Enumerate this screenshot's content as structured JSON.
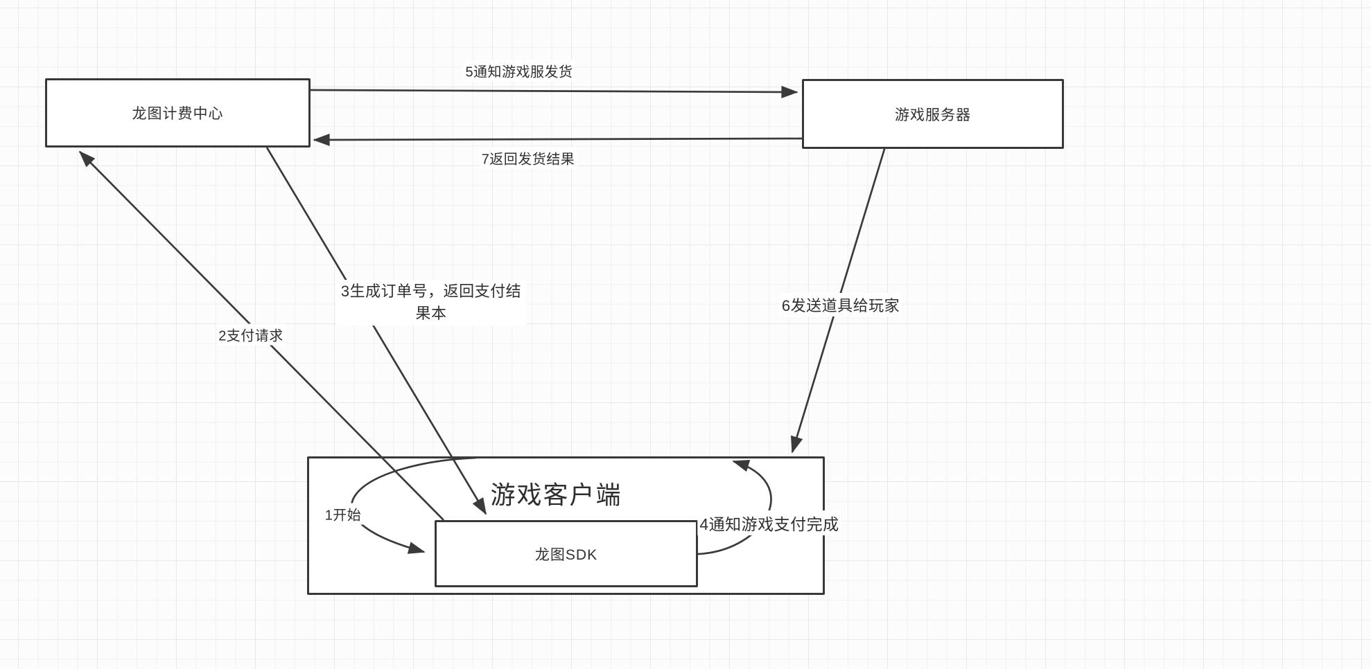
{
  "diagram": {
    "title": "payment-flow-diagram",
    "nodes": {
      "billing": {
        "label": "龙图计费中心"
      },
      "server": {
        "label": "游戏服务器"
      },
      "client": {
        "label": "游戏客户端"
      },
      "sdk": {
        "label": "龙图SDK"
      }
    },
    "edges": {
      "e1": {
        "label": "1开始",
        "from": "client",
        "to": "sdk",
        "style": "curved"
      },
      "e2": {
        "label": "2支付请求",
        "from": "sdk",
        "to": "billing",
        "style": "straight"
      },
      "e3": {
        "label": "3生成订单号，返回支付结果本",
        "from": "billing",
        "to": "sdk",
        "style": "straight"
      },
      "e4": {
        "label": "4通知游戏支付完成",
        "from": "sdk",
        "to": "client",
        "style": "curved"
      },
      "e5": {
        "label": "5通知游戏服发货",
        "from": "billing",
        "to": "server",
        "style": "straight"
      },
      "e6": {
        "label": "6发送道具给玩家",
        "from": "server",
        "to": "client",
        "style": "straight"
      },
      "e7": {
        "label": "7返回发货结果",
        "from": "server",
        "to": "billing",
        "style": "straight"
      }
    },
    "colors": {
      "line": "#3a3a3a",
      "node_border": "#383838",
      "node_fill": "#ffffff",
      "text": "#303030",
      "canvas_bg": "#fcfcfd",
      "grid_minor": "#f1f1f4",
      "grid_major": "#e7e7ec",
      "label_bg": "#ffffff"
    }
  }
}
